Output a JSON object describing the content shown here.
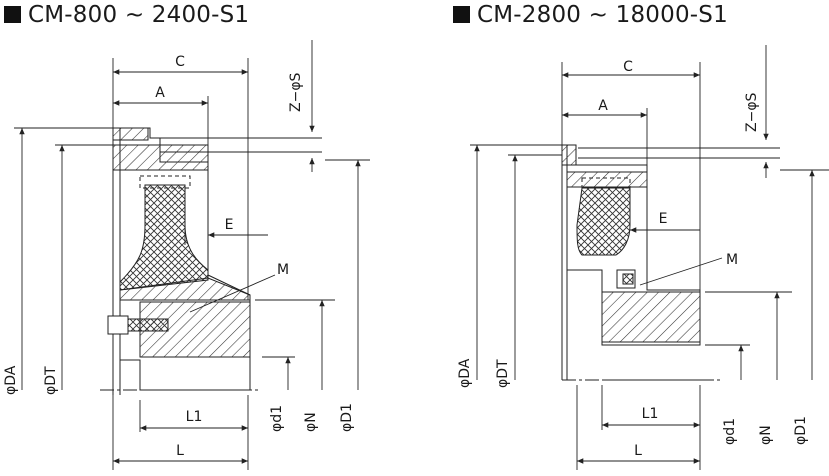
{
  "left": {
    "title": "CM-800 ~ 2400-S1",
    "labels": {
      "C": "C",
      "A": "A",
      "ZS": "Z−φS",
      "E": "E",
      "M": "M",
      "DA": "φDA",
      "DT": "φDT",
      "d1": "φd1",
      "N": "φN",
      "D1": "φD1",
      "L1": "L1",
      "L": "L"
    }
  },
  "right": {
    "title": "CM-2800 ~ 18000-S1",
    "labels": {
      "C": "C",
      "A": "A",
      "ZS": "Z−φS",
      "E": "E",
      "M": "M",
      "DA": "φDA",
      "DT": "φDT",
      "d1": "φd1",
      "N": "φN",
      "D1": "φD1",
      "L1": "L1",
      "L": "L"
    }
  }
}
